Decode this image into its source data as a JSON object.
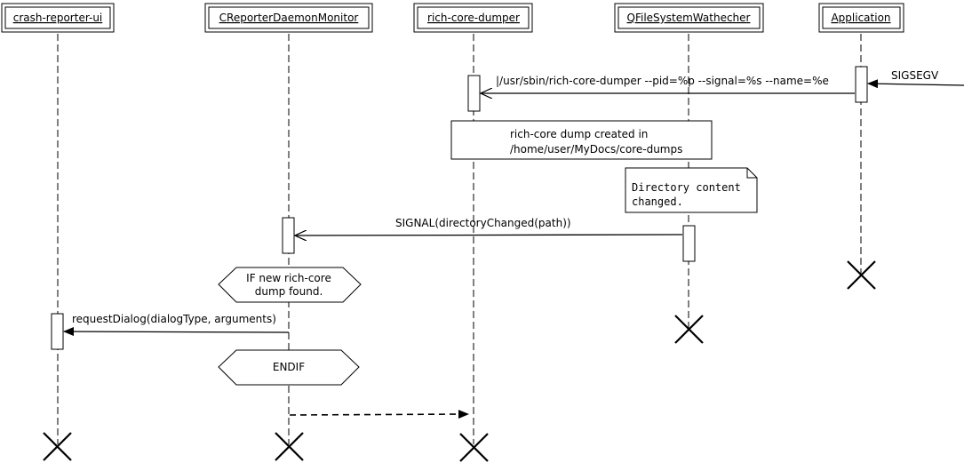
{
  "participants": [
    {
      "id": "crash-reporter-ui",
      "label": "crash-reporter-ui"
    },
    {
      "id": "daemon-monitor",
      "label": "CReporterDaemonMonitor"
    },
    {
      "id": "rich-core-dumper",
      "label": "rich-core-dumper"
    },
    {
      "id": "fs-watcher",
      "label": "QFileSystemWathecher"
    },
    {
      "id": "application",
      "label": "Application"
    }
  ],
  "messages": {
    "sigsegv": "SIGSEGV",
    "dumper_invocation": "|/usr/sbin/rich-core-dumper --pid=%p --signal=%s --name=%e",
    "signal_dir_changed": "SIGNAL(directoryChanged(path))",
    "request_dialog": "requestDialog(dialogType, arguments)"
  },
  "notes": {
    "dump_created_line1": "rich-core dump created in",
    "dump_created_line2": "/home/user/MyDocs/core-dumps",
    "dir_changed_line1": "Directory content",
    "dir_changed_line2": "changed."
  },
  "conditions": {
    "if_line1": "IF new rich-core",
    "if_line2": "dump found.",
    "endif": "ENDIF"
  }
}
